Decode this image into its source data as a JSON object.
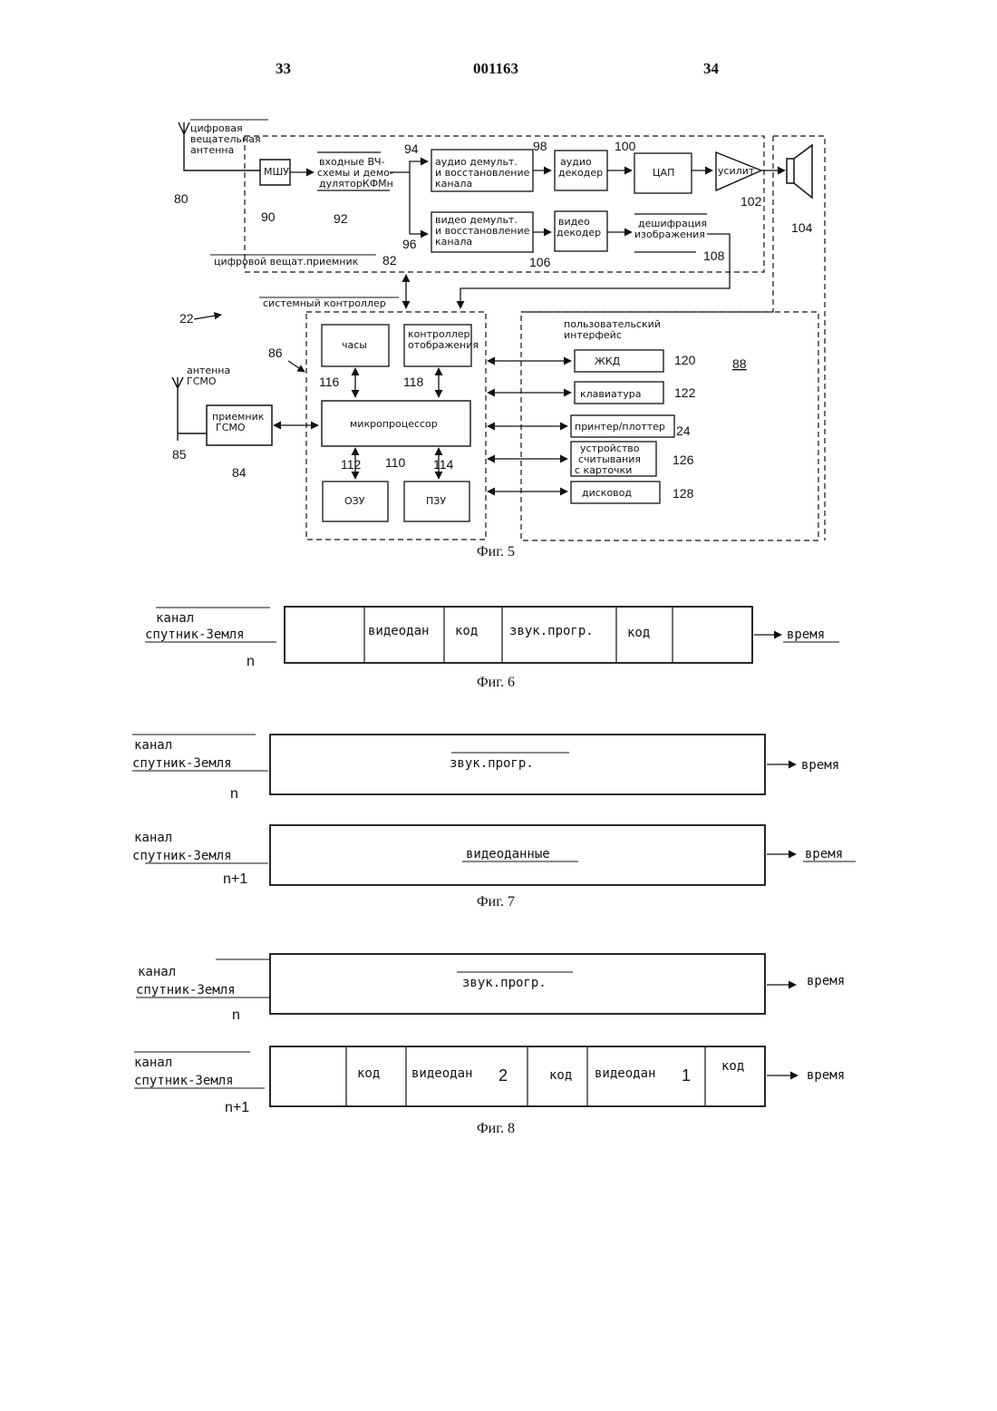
{
  "header": {
    "page_left": "33",
    "doc_number": "001163",
    "page_right": "34"
  },
  "fig5": {
    "caption": "Фиг. 5",
    "antenna_label_1": "цифровая",
    "antenna_label_2": "вещательная",
    "antenna_label_3": "антенна",
    "lna": "МШУ",
    "rf_1": "входные ВЧ-",
    "rf_2": "схемы и демо-",
    "rf_3": "дуляторКФМн",
    "audio_demux_1": "аудио демульт.",
    "audio_demux_2": "и восстановление",
    "audio_demux_3": "канала",
    "audio_dec_1": "аудио",
    "audio_dec_2": "декодер",
    "dac": "ЦАП",
    "amp": "усилит",
    "video_demux_1": "видео демульт.",
    "video_demux_2": "и восстановление",
    "video_demux_3": "канала",
    "video_dec_1": "видео",
    "video_dec_2": "декодер",
    "decrypt_1": "дешифрация",
    "decrypt_2": "изображения",
    "receiver_label": "цифровой вещат.приемник",
    "sys_ctrl_label": "системный контроллер",
    "clock": "часы",
    "disp_ctrl_1": "контроллер",
    "disp_ctrl_2": "отображения",
    "cpu": "микропроцессор",
    "ram": "ОЗУ",
    "rom": "ПЗУ",
    "ui_label_1": "пользовательский",
    "ui_label_2": "интерфейс",
    "lcd": "ЖКД",
    "keyboard": "клавиатура",
    "printer": "принтер/плоттер",
    "card_1": "устройство",
    "card_2": "считывания",
    "card_3": "с карточки",
    "disk": "дисковод",
    "gps_ant_1": "антенна",
    "gps_ant_2": "ГСМО",
    "gps_rx_1": "приемник",
    "gps_rx_2": "ГСМО",
    "refs": {
      "r80": "80",
      "r90": "90",
      "r92": "92",
      "r94": "94",
      "r96": "96",
      "r98": "98",
      "r100": "100",
      "r102": "102",
      "r104": "104",
      "r106": "106",
      "r108": "108",
      "r82": "82",
      "r22": "22",
      "r86": "86",
      "r88": "88",
      "r116": "116",
      "r118": "118",
      "r110": "110",
      "r112": "112",
      "r114": "114",
      "r120": "120",
      "r122": "122",
      "r124": "24",
      "r126": "126",
      "r128": "128",
      "r84": "84",
      "r85": "85"
    }
  },
  "fig6": {
    "caption": "Фиг. 6",
    "channel_1": "канал",
    "channel_2": "спутник-Земля",
    "index": "n",
    "seg_video": "видеодан",
    "seg_code1": "код",
    "seg_audio": "звук.прогр.",
    "seg_code2": "код",
    "time": "время"
  },
  "fig7": {
    "caption": "Фиг. 7",
    "ch1_1": "канал",
    "ch1_2": "спутник-Земля",
    "ch1_index": "n",
    "ch1_content": "звук.прогр.",
    "ch2_1": "канал",
    "ch2_2": "спутник-Земля",
    "ch2_index": "n+1",
    "ch2_content": "видеоданные",
    "time": "время"
  },
  "fig8": {
    "caption": "Фиг. 8",
    "ch1_1": "канал",
    "ch1_2": "спутник-Земля",
    "ch1_index": "n",
    "ch1_content": "звук.прогр.",
    "ch2_1": "канал",
    "ch2_2": "спутник-Земля",
    "ch2_index": "n+1",
    "seg_code1": "код",
    "seg_video2": "видеодан",
    "seg_mark2": "2",
    "seg_code2": "код",
    "seg_video1": "видеодан",
    "seg_mark1": "1",
    "seg_code3": "код",
    "time": "время"
  }
}
